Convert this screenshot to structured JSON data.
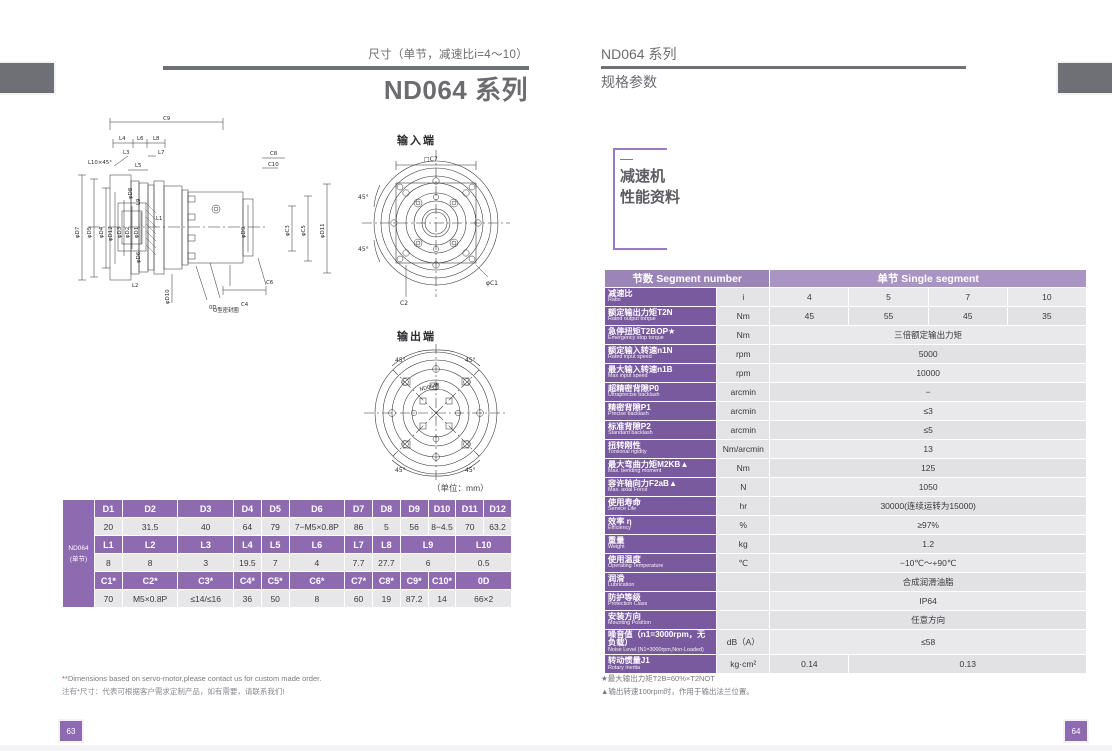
{
  "left_page": {
    "kicker": "尺寸（单节，减速比i=4～10）",
    "title": "ND064 系列",
    "drawing_labels": {
      "input_end": "输入端",
      "output_end": "输出端",
      "unit_note": "（单位：mm）",
      "hub_text": "ND064P",
      "callouts": [
        "C9",
        "L4",
        "L6",
        "L8",
        "L3",
        "L7",
        "L10×45°",
        "L5",
        "C8",
        "C10",
        "φD7",
        "φD5",
        "φD4",
        "φD12",
        "φD3",
        "φD2",
        "φD1",
        "φD8",
        "L9",
        "L1",
        "φD6",
        "L2",
        "φD10",
        "φD9",
        "φC3",
        "φC5",
        "φD11",
        "C6",
        "C4",
        "0D",
        "O型密封圈",
        "□C7",
        "φC1",
        "C2",
        "45°"
      ]
    },
    "dim_table": {
      "model": [
        "ND064",
        "(单节)"
      ],
      "rows": [
        {
          "type": "head",
          "cells": [
            "D1",
            "D2",
            "D3",
            "D4",
            "D5",
            "D6",
            "D7",
            "D8",
            "D9",
            "D10",
            "D11",
            "D12"
          ]
        },
        {
          "type": "data",
          "cells": [
            "20",
            "31.5",
            "40",
            "64",
            "79",
            "7−M5×0.8P",
            "86",
            "5",
            "56",
            "8−4.5",
            "70",
            "63.2"
          ]
        },
        {
          "type": "head",
          "cells": [
            "L1",
            "L2",
            "L3",
            "L4",
            "L5",
            "L6",
            "L7",
            "L8",
            "L9",
            "L10"
          ]
        },
        {
          "type": "data",
          "cells": [
            "8",
            "8",
            "3",
            "19.5",
            "7",
            "4",
            "7.7",
            "27.7",
            "6",
            "0.5"
          ]
        },
        {
          "type": "head",
          "cells": [
            "C1*",
            "C2*",
            "C3*",
            "C4*",
            "C5*",
            "C6*",
            "C7*",
            "C8*",
            "C9*",
            "C10*",
            "0D"
          ]
        },
        {
          "type": "data",
          "cells": [
            "70",
            "M5×0.8P",
            "≤14/≤16",
            "36",
            "50",
            "8",
            "60",
            "19",
            "87.2",
            "14",
            "66×2"
          ]
        }
      ]
    },
    "footnote_en": "*Dimensions based on servo-motor,please contact us for custom made order.",
    "footnote_cn": "注有*尺寸：代表可根据客户需求定制产品，如有需要，请联系我们!",
    "page_number": "63"
  },
  "right_page": {
    "kicker": "ND064 系列",
    "sub": "规格参数",
    "perf_box": {
      "dash": "—",
      "line1": "减速机",
      "line2": "性能资料",
      "border_color": "#9b7bbd"
    },
    "spec_table": {
      "header_left": "节数 Segment number",
      "header_right": "单节 Single segment",
      "rows": [
        {
          "cn": "减速比",
          "en": "Ratio",
          "unit": "i",
          "values": [
            "4",
            "5",
            "7",
            "10"
          ]
        },
        {
          "cn": "额定输出力矩T2N",
          "en": "Rated output torque",
          "unit": "Nm",
          "values": [
            "45",
            "55",
            "45",
            "35"
          ]
        },
        {
          "cn": "急停扭矩T2BOP★",
          "en": "Emergency stop torque",
          "unit": "Nm",
          "span": "三倍额定输出力矩"
        },
        {
          "cn": "额定输入转速n1N",
          "en": "Rated input speed",
          "unit": "rpm",
          "span": "5000"
        },
        {
          "cn": "最大输入转速n1B",
          "en": "Max input speed",
          "unit": "rpm",
          "span": "10000"
        },
        {
          "cn": "超精密背隙P0",
          "en": "Ultraprecise backlash",
          "unit": "arcmin",
          "span": "−"
        },
        {
          "cn": "精密背隙P1",
          "en": "Precise backlash",
          "unit": "arcmin",
          "span": "≤3"
        },
        {
          "cn": "标准背隙P2",
          "en": "Standard backlash",
          "unit": "arcmin",
          "span": "≤5"
        },
        {
          "cn": "扭转刚性",
          "en": "Torsional rigidity",
          "unit": "Nm/arcmin",
          "span": "13"
        },
        {
          "cn": "最大弯曲力矩M2KB▲",
          "en": "Max. bending moment",
          "unit": "Nm",
          "span": "125"
        },
        {
          "cn": "容许轴向力F2aB▲",
          "en": "Max. axial Force",
          "unit": "N",
          "span": "1050"
        },
        {
          "cn": "使用寿命",
          "en": "Service Life",
          "unit": "hr",
          "span": "30000(连续运转为15000)"
        },
        {
          "cn": "效率 η",
          "en": "Efficiency",
          "unit": "%",
          "span": "≥97%"
        },
        {
          "cn": "重量",
          "en": "Weight",
          "unit": "kg",
          "span": "1.2"
        },
        {
          "cn": "使用温度",
          "en": "Operating Temperature",
          "unit": "℃",
          "span": "−10℃～+90℃"
        },
        {
          "cn": "润滑",
          "en": "Lubrication",
          "unit": "",
          "span": "合成润滑油脂"
        },
        {
          "cn": "防护等级",
          "en": "Protection Class",
          "unit": "",
          "span": "IP64"
        },
        {
          "cn": "安装方向",
          "en": "Mounting Position",
          "unit": "",
          "span": "任意方向"
        },
        {
          "cn": "噪音值（n1=3000rpm，无负载）",
          "en": "Noise Level (N1=3000rpm,Non-Loaded)",
          "unit": "dB（A）",
          "span": "≤58"
        },
        {
          "cn": "转动惯量J1",
          "en": "Rotary inertia",
          "unit": "kg·cm²",
          "values2": [
            "0.14",
            "0.13"
          ]
        }
      ]
    },
    "footnote_1": "★最大输出力矩T2B=60%×T2NOT",
    "footnote_2": "▲输出转速100rpm时，作用于输出法兰位置。",
    "page_number": "64"
  },
  "colors": {
    "purple_header": "#9b84b8",
    "purple_label": "#7a5a9e",
    "purple_dim_head": "#8e6bb0",
    "gray_rule": "#6e7076",
    "gray_tab": "#6e7076",
    "cell_gray": "#e7e7ea"
  }
}
